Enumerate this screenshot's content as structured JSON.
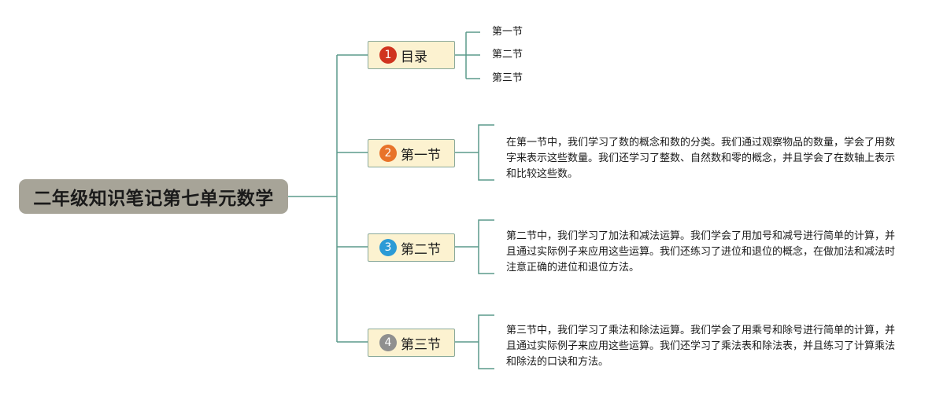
{
  "root": {
    "title": "二年级知识笔记第七单元数学"
  },
  "topics": [
    {
      "marker": "1",
      "marker_color": "#d0341f",
      "label": "目录",
      "children": [
        "第一节",
        "第二节",
        "第三节"
      ]
    },
    {
      "marker": "2",
      "marker_color": "#e8732a",
      "label": "第一节",
      "note": "在第一节中，我们学习了数的概念和数的分类。我们通过观察物品的数量，学会了用数字来表示这些数量。我们还学习了整数、自然数和零的概念，并且学会了在数轴上表示和比较这些数。"
    },
    {
      "marker": "3",
      "marker_color": "#2b9ad6",
      "label": "第二节",
      "note": "第二节中，我们学习了加法和减法运算。我们学会了用加号和减号进行简单的计算，并且通过实际例子来应用这些运算。我们还练习了进位和退位的概念，在做加法和减法时注意正确的进位和退位方法。"
    },
    {
      "marker": "4",
      "marker_color": "#8f8f8f",
      "label": "第三节",
      "note": "第三节中，我们学习了乘法和除法运算。我们学会了用乘号和除号进行简单的计算，并且通过实际例子来应用这些运算。我们还学习了乘法表和除法表，并且练习了计算乘法和除法的口诀和方法。"
    }
  ],
  "colors": {
    "connector": "#5b9a8b",
    "root_fill": "#a7a498",
    "topic_fill": "#fcf2d0"
  }
}
